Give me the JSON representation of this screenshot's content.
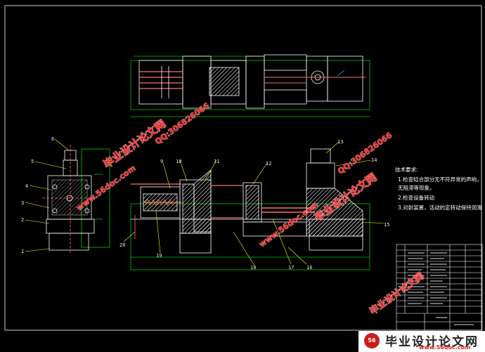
{
  "part_labels": [
    "1",
    "2",
    "3",
    "4",
    "5",
    "6",
    "9",
    "10",
    "11",
    "12",
    "13",
    "14",
    "15",
    "16",
    "17",
    "18",
    "19",
    "20"
  ],
  "tech_notes": {
    "title": "技术要求:",
    "items": [
      "1.检查结合部分无不符异常的声响，",
      "无阻滞等现象。",
      "2.检查设备转动",
      "3.对射装置，活动的定转动保持润滑"
    ]
  },
  "watermarks": {
    "brand": "毕业设计论文网",
    "site": "www.56doc.com",
    "qq": "QQ:306826066"
  },
  "footer": {
    "brand": "毕业设计论文网",
    "url": "www.56doc.com",
    "logo": "56"
  },
  "colors": {
    "background": "#000000",
    "outline": "#ffffff",
    "dimension": "#00c800",
    "red": "#ff2a2a",
    "leader": "#ffff00",
    "rod": "#ff7070",
    "hatch": "#ffffff"
  }
}
